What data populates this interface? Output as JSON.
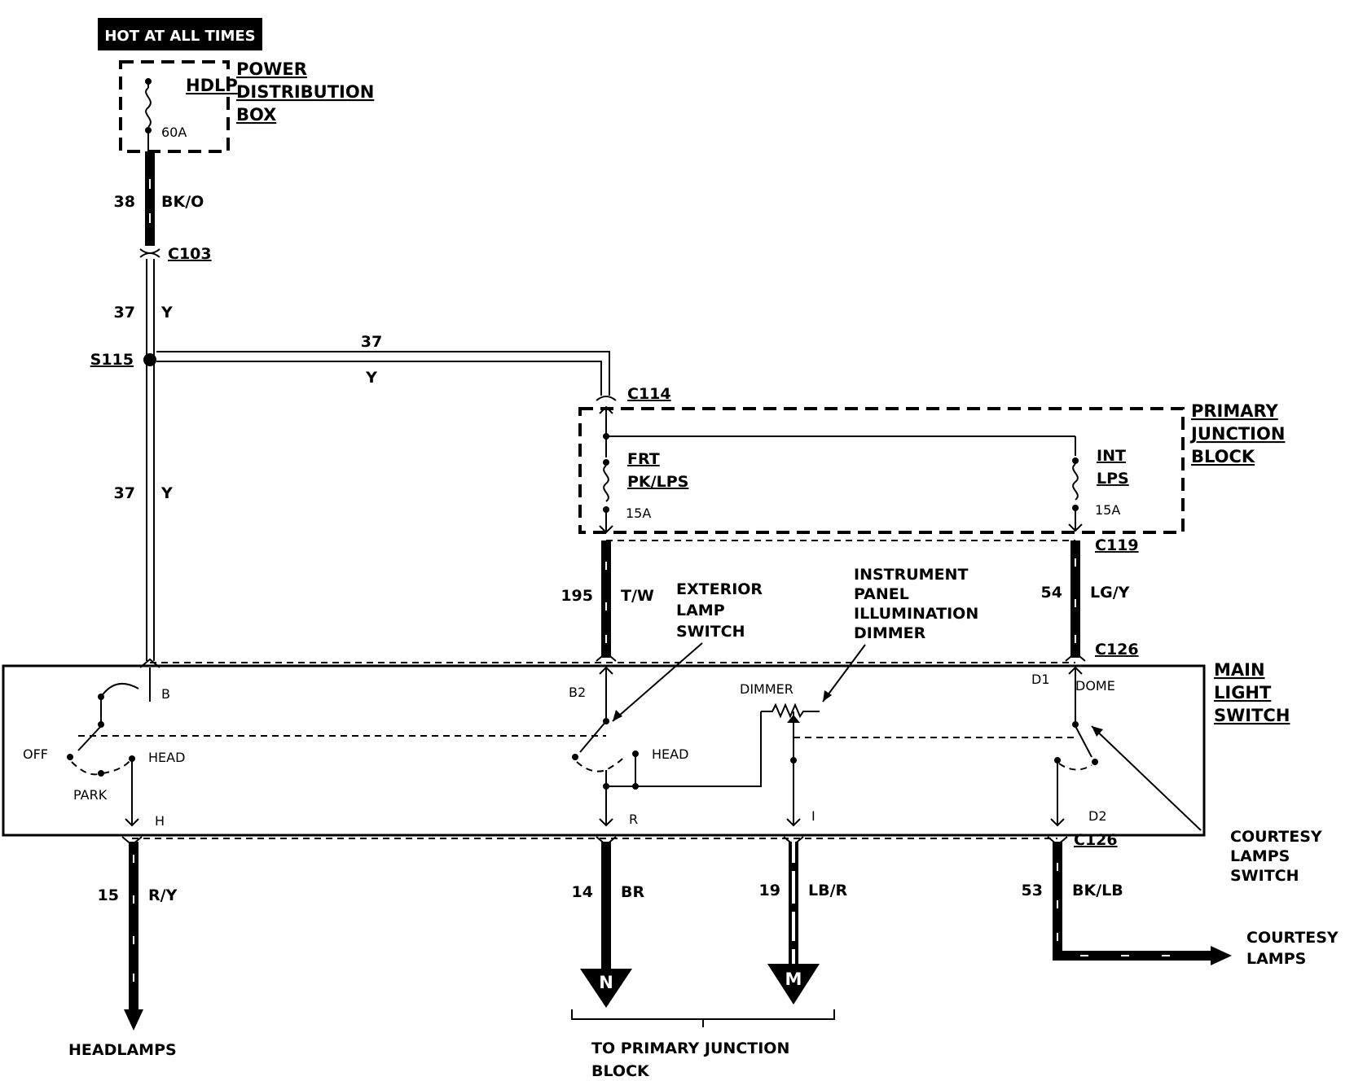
{
  "header": {
    "hot_label": "HOT AT ALL TIMES"
  },
  "power_distribution_box": {
    "title_lines": [
      "POWER",
      "DISTRIBUTION",
      "BOX"
    ],
    "fuse_name": "HDLP",
    "fuse_rating": "60A"
  },
  "primary_junction_block": {
    "title_lines": [
      "PRIMARY",
      "JUNCTION",
      "BLOCK"
    ],
    "fuse_left_lines": [
      "FRT",
      "PK/LPS"
    ],
    "fuse_left_rating": "15A",
    "fuse_right_lines": [
      "INT",
      "LPS"
    ],
    "fuse_right_rating": "15A"
  },
  "connectors": {
    "c103": "C103",
    "s115": "S115",
    "c114": "C114",
    "c119": "C119",
    "c126_top": "C126",
    "c126_bottom": "C126"
  },
  "wires": {
    "w38": {
      "circuit": "38",
      "color": "BK/O"
    },
    "w37_upper": {
      "circuit": "37",
      "color": "Y"
    },
    "w37_horiz": {
      "circuit": "37",
      "color": "Y"
    },
    "w37_lower": {
      "circuit": "37",
      "color": "Y"
    },
    "w195": {
      "circuit": "195",
      "color": "T/W"
    },
    "w54": {
      "circuit": "54",
      "color": "LG/Y"
    },
    "w15": {
      "circuit": "15",
      "color": "R/Y"
    },
    "w14": {
      "circuit": "14",
      "color": "BR"
    },
    "w19": {
      "circuit": "19",
      "color": "LB/R"
    },
    "w53": {
      "circuit": "53",
      "color": "BK/LB"
    }
  },
  "main_light_switch": {
    "title_lines": [
      "MAIN",
      "LIGHT",
      "SWITCH"
    ],
    "pins": {
      "b": "B",
      "b2": "B2",
      "h": "H",
      "r": "R",
      "i": "I",
      "d1": "D1",
      "d2": "D2"
    },
    "positions": {
      "off": "OFF",
      "park": "PARK",
      "head_left": "HEAD",
      "head_mid": "HEAD",
      "dimmer": "DIMMER",
      "dome": "DOME"
    }
  },
  "annotations": {
    "exterior_lamp_switch": [
      "EXTERIOR",
      "LAMP",
      "SWITCH"
    ],
    "ip_dimmer": [
      "INSTRUMENT",
      "PANEL",
      "ILLUMINATION",
      "DIMMER"
    ],
    "courtesy_switch": [
      "COURTESY",
      "LAMPS",
      "SWITCH"
    ]
  },
  "destinations": {
    "headlamps": "HEADLAMPS",
    "courtesy_lamps": [
      "COURTESY",
      "LAMPS"
    ],
    "arrow_n": "N",
    "arrow_m": "M",
    "to_pjb": [
      "TO PRIMARY JUNCTION",
      "BLOCK"
    ]
  }
}
